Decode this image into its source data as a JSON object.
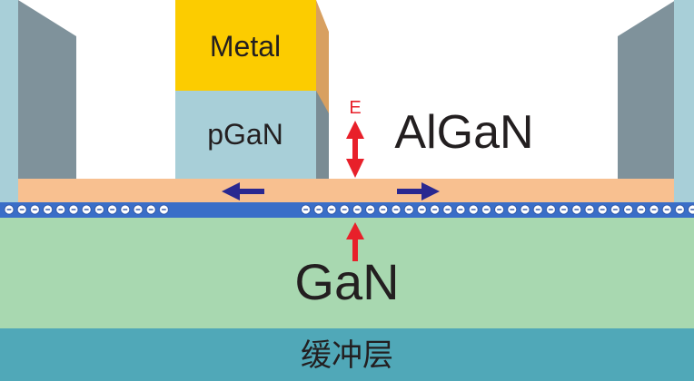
{
  "labels": {
    "metal": "Metal",
    "pgan": "pGaN",
    "field": "E",
    "algan": "AlGaN",
    "gan": "GaN",
    "buffer": "缓冲层"
  },
  "colors": {
    "metal": "#fccc00",
    "metal_side": "#d8a060",
    "pgan": "#a8cfd8",
    "pgan_side": "#7a8c94",
    "algan": "#f8c090",
    "channel": "#3a6ec8",
    "gan": "#a8d8b0",
    "buffer": "#50a8b8",
    "contact_edge": "#a8cfd8",
    "contact_wall": "#7f929b",
    "arrow_red": "#e8202a",
    "arrow_blue": "#2a2890"
  },
  "icons": {
    "electron": "electron-minus-circle-icon",
    "field_arrow": "double-headed-arrow-icon",
    "lateral_arrow": "arrow-icon"
  }
}
